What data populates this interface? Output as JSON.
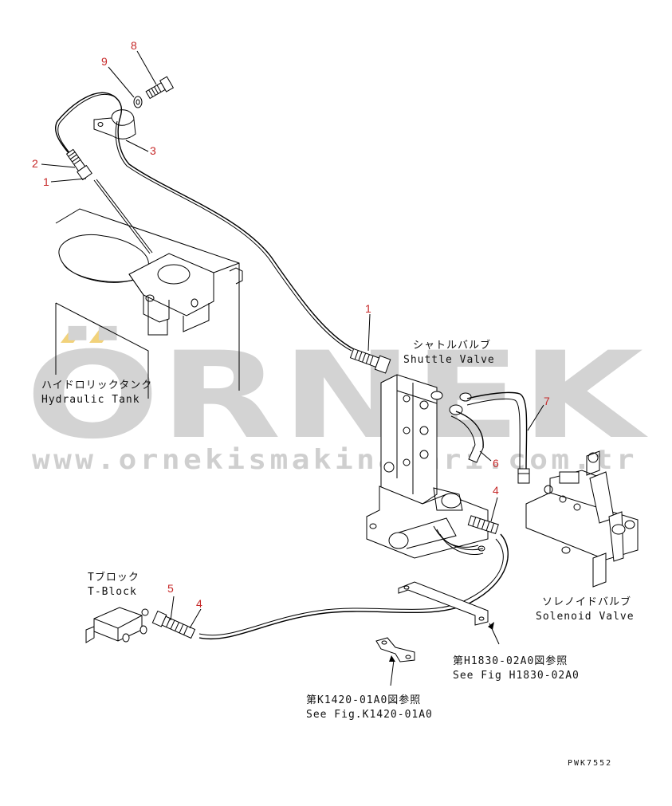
{
  "watermark": {
    "brand": "ÖRNEK",
    "url": "www.ornekismakinalari.com.tr",
    "accent_color": "#f2d27a"
  },
  "labels": {
    "hydraulic_tank_jp": "ハイドロリックタンク",
    "hydraulic_tank_en": "Hydraulic Tank",
    "shuttle_valve_jp": "シャトルバルブ",
    "shuttle_valve_en": "Shuttle Valve",
    "solenoid_valve_jp": "ソレノイドバルブ",
    "solenoid_valve_en": "Solenoid Valve",
    "t_block_jp": "Tブロック",
    "t_block_en": "T-Block",
    "ref_h_jp": "第H1830-02A0図参照",
    "ref_h_en": "See Fig H1830-02A0",
    "ref_k_jp": "第K1420-01A0図参照",
    "ref_k_en": "See Fig.K1420-01A0",
    "drawing_code": "PWK7552"
  },
  "callouts": {
    "c8": "8",
    "c9": "9",
    "c3": "3",
    "c2": "2",
    "c1a": "1",
    "c1b": "1",
    "c7": "7",
    "c6": "6",
    "c4a": "4",
    "c5": "5",
    "c4b": "4"
  }
}
